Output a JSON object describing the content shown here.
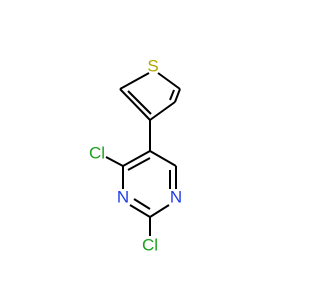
{
  "molecule": {
    "atoms": {
      "S": {
        "label": "S",
        "color": "#b2a600"
      },
      "Cl1": {
        "label": "Cl",
        "color": "#1fa01f"
      },
      "Cl2": {
        "label": "Cl",
        "color": "#1fa01f"
      },
      "N1": {
        "label": "N",
        "color": "#1f3ce6"
      },
      "N2": {
        "label": "N",
        "color": "#1f3ce6"
      }
    },
    "bond_color": "#000000"
  }
}
